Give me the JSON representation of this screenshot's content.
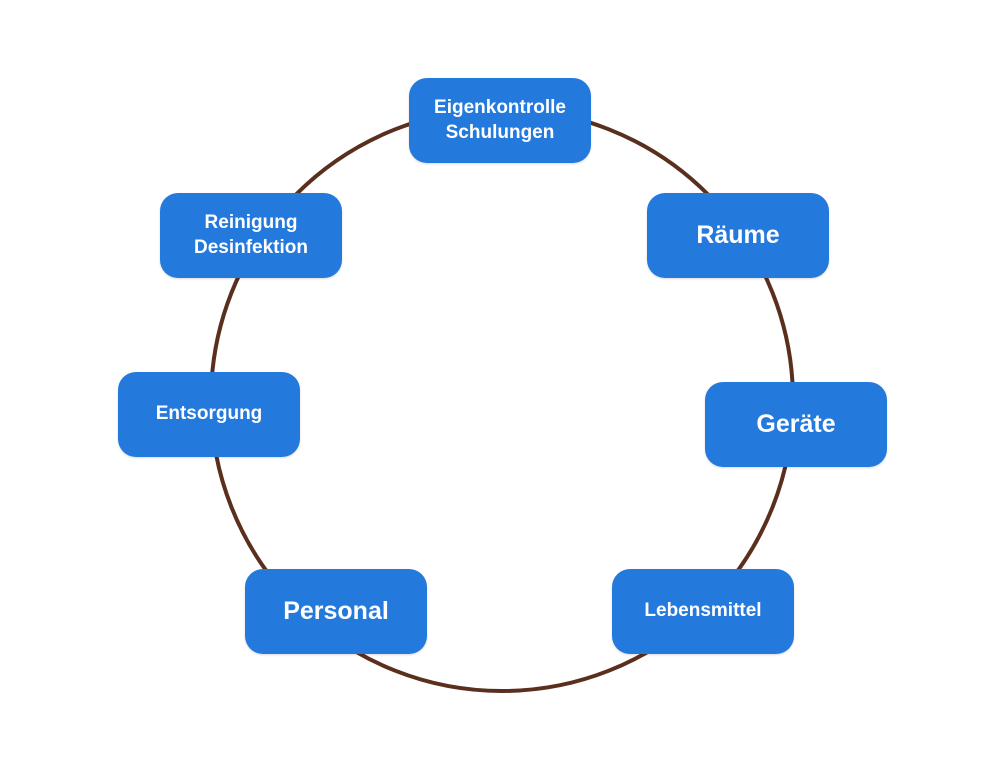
{
  "colors": {
    "box_fill": "#2479dc",
    "text": "#ffffff",
    "ring_stroke": "#5a2f1e"
  },
  "nodes": {
    "eigenkontrolle": {
      "line1": "Eigenkontrolle",
      "line2": "Schulungen"
    },
    "raeume": {
      "label": "Räume"
    },
    "geraete": {
      "label": "Geräte"
    },
    "lebensmittel": {
      "label": "Lebensmittel"
    },
    "personal": {
      "label": "Personal"
    },
    "entsorgung": {
      "label": "Entsorgung"
    },
    "reinigung": {
      "line1": "Reinigung",
      "line2": "Desinfektion"
    }
  }
}
